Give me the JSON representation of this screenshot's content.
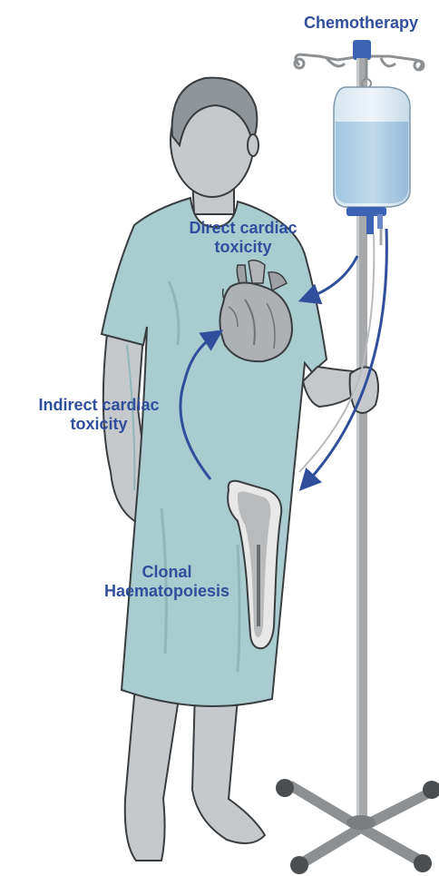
{
  "labels": {
    "chemotherapy": "Chemotherapy",
    "direct_line1": "Direct cardiac",
    "direct_line2": "toxicity",
    "indirect_line1": "Indirect cardiac",
    "indirect_line2": "toxicity",
    "clonal_line1": "Clonal",
    "clonal_line2": "Haematopoiesis"
  },
  "colors": {
    "label_blue": "#2f4f9c",
    "arrow_blue": "#2f4f9c",
    "gown": "#a8cccf",
    "skin": "#c6c9cb",
    "hair": "#8f9598",
    "pole": "#a7a8aa",
    "iv_cap": "#3c62b3"
  }
}
